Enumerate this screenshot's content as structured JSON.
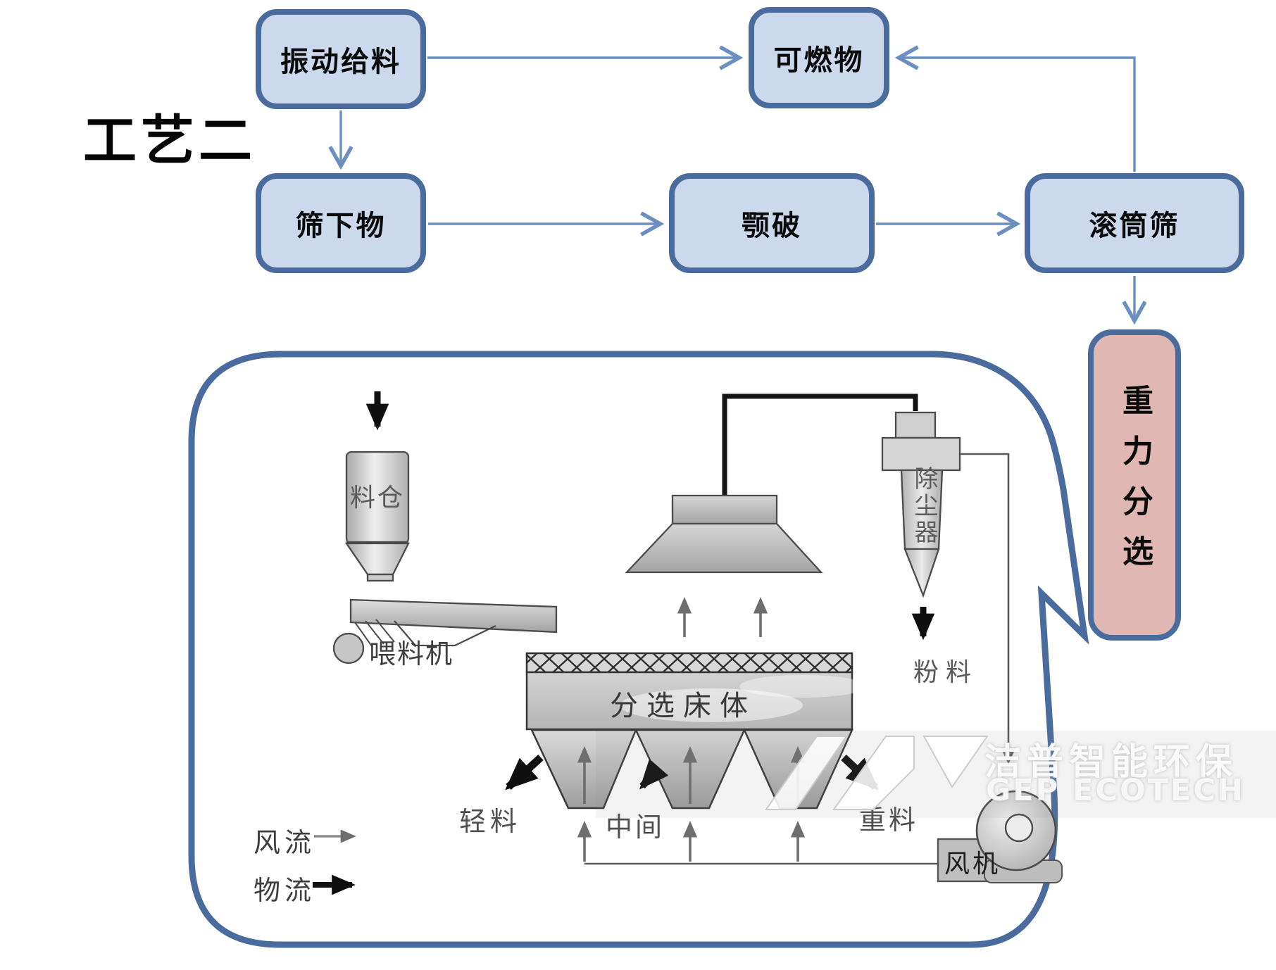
{
  "title": "工艺二",
  "flow": {
    "boxes": [
      {
        "id": "vibrating-feeder",
        "label": "振动给料"
      },
      {
        "id": "combustibles",
        "label": "可燃物"
      },
      {
        "id": "screen-underflow",
        "label": "筛下物"
      },
      {
        "id": "jaw-crusher",
        "label": "颚破"
      },
      {
        "id": "trommel-screen",
        "label": "滚筒筛"
      },
      {
        "id": "gravity-separation",
        "label": "重力分选"
      }
    ]
  },
  "diagram": {
    "silo": "料仓",
    "feeder": "喂料机",
    "sorting_bed": "分选床体",
    "dust_collector": "除尘器",
    "powder": "粉料",
    "light_material": "轻料",
    "middle_material": "中间",
    "heavy_material": "重料",
    "fan": "风机",
    "legend_airflow": "风流",
    "legend_materialflow": "物流"
  },
  "watermark": {
    "cn": "洁普智能环保",
    "en": "GEP ECOTECH"
  },
  "colors": {
    "box_fill": "#ccd9ed",
    "box_border": "#4a6b9d",
    "pink_fill": "#e0b7b2",
    "arrow_blue": "#6c8fc1",
    "container_border": "#4a6b9d",
    "drawing_stroke": "#4b4b4b"
  }
}
